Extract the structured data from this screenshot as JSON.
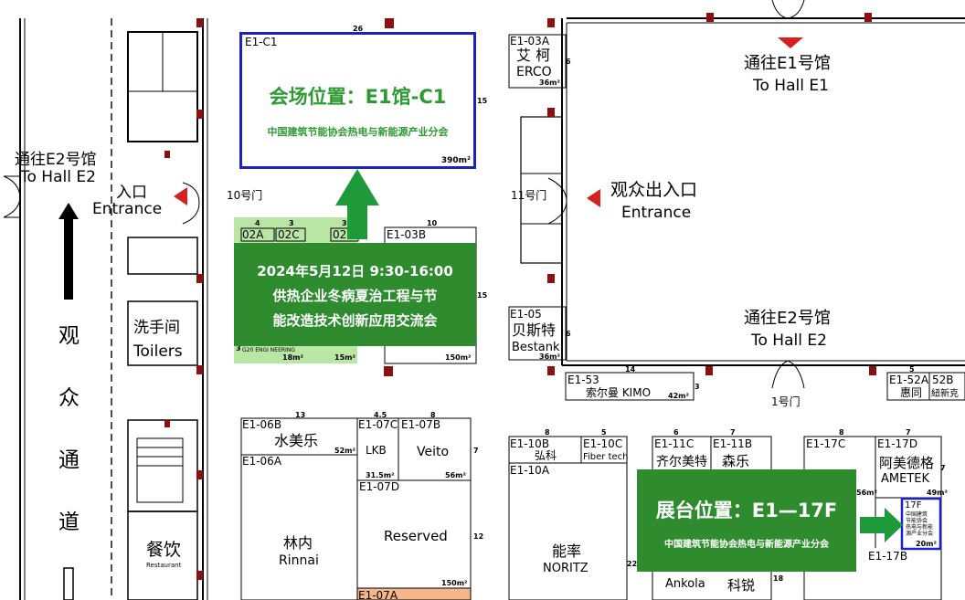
{
  "venue": {
    "code": "E1-C1",
    "title": "会场位置：E1馆-C1",
    "org": "中国建筑节能协会热电与新能源产业分会",
    "area": "390m²",
    "dim_top": "26",
    "dim_right": "15"
  },
  "event": {
    "date": "2024年5月12日 9:30-16:00",
    "line1": "供热企业冬病夏治工程与节",
    "line2": "能改造技术创新应用交流会"
  },
  "booth_callout": {
    "title": "展台位置：E1—17F",
    "org": "中国建筑节能协会热电与新能源产业分会"
  },
  "booth_17f": {
    "code": "17F",
    "lines": [
      "中国建筑",
      "节能协会",
      "热电与新能",
      "源产业分会"
    ],
    "area": "20m²"
  },
  "entrances": {
    "hall_e2_left_cn": "通往E2号馆",
    "hall_e2_left_en": "To Hall E2",
    "entrance_left_cn": "入口",
    "entrance_left_en": "Entrance",
    "gate10": "10号门",
    "gate11": "11号门",
    "audience_entrance_cn": "观众出入口",
    "audience_entrance_en": "Entrance",
    "hall_e1_cn": "通往E1号馆",
    "hall_e1_en": "To Hall E1",
    "hall_e2_right_cn": "通往E2号馆",
    "hall_e2_right_en": "To Hall E2",
    "gate1": "1号门"
  },
  "aisle_chars": [
    "观",
    "众",
    "通",
    "道"
  ],
  "facilities": {
    "toilets_cn": "洗手间",
    "toilets_en": "Toilers",
    "dining_cn": "餐饮",
    "dining_en": "Restaurant"
  },
  "dims": {
    "d4": "4",
    "d3a": "3",
    "d3b": "3",
    "d10": "10",
    "d15": "15",
    "d13": "13",
    "d45": "4.5",
    "d8a": "8",
    "d7a": "7",
    "d12": "12",
    "d8b": "8",
    "d5a": "5",
    "d6a": "6",
    "d7b": "7",
    "d8c": "8",
    "d7c": "7",
    "d7d": "7",
    "d22": "22",
    "d18": "18",
    "d14": "14",
    "d3c": "3",
    "d5b": "5",
    "d6b": "6",
    "d6c": "6",
    "d3d": "3"
  },
  "booths": {
    "e1_03a_code": "E1-03A",
    "e1_03a_cn": "艾 柯",
    "e1_03a_en": "ERCO",
    "e1_03a_area": "36m²",
    "e1_05_code": "E1-05",
    "e1_05_cn": "贝斯特",
    "e1_05_en": "Bestank",
    "e1_05_area": "36m²",
    "e1_53_code": "E1-53",
    "e1_53_name": "索尔曼  KIMO",
    "e1_53_area": "42m²",
    "e1_52a_code": "E1-52A",
    "e1_52a_name": "惠同",
    "e1_52b_code": "52B",
    "e1_52b_name": "紐新克",
    "b02a": "02A",
    "b02c": "02C",
    "b02x": "02",
    "e1_03b_code": "E1-03B",
    "g20": "G20 ENGI NEERING",
    "a18": "18m²",
    "a15": "15m²",
    "a150": "150m²",
    "e1_06b_code": "E1-06B",
    "e1_06b_name": "水美乐",
    "e1_06b_area": "52m²",
    "e1_07c_code": "E1-07C",
    "e1_07c_name": "LKB",
    "e1_07c_area": "31.5m²",
    "e1_07b_code": "E1-07B",
    "e1_07b_name": "Veito",
    "e1_07b_area": "56m²",
    "e1_06a_code": "E1-06A",
    "e1_06a_cn": "林内",
    "e1_06a_en": "Rinnai",
    "e1_07d_code": "E1-07D",
    "e1_07d_name": "Reserved",
    "e1_07d_area": "150m²",
    "e1_07a_code": "E1-07A",
    "e1_10b_code": "E1-10B",
    "e1_10b_name": "弘科",
    "e1_10c_code": "E1-10C",
    "e1_10c_name": "Fiber tech",
    "e1_10a_code": "E1-10A",
    "e1_10a_cn": "能率",
    "e1_10a_en": "NORITZ",
    "e1_11c_code": "E1-11C",
    "e1_11c_name": "齐尔美特",
    "e1_11b_code": "E1-11B",
    "e1_11b_name": "森乐",
    "ankola": "Ankola",
    "kerui": "科锐",
    "e1_17c_code": "E1-17C",
    "e1_17d_code": "E1-17D",
    "e1_17d_cn": "阿美德格",
    "e1_17d_en": "AMETEK",
    "e1_17d_area": "49m²",
    "e1_17b_code": "E1-17B",
    "a56": "56m²"
  },
  "colors": {
    "green": "#2e8b2e",
    "green_text": "#2e9a32",
    "blue": "#1a22c8",
    "red": "#d62020",
    "column": "#8b1010",
    "light_green": "#b9e6a4",
    "salmon": "#f5b68a"
  }
}
